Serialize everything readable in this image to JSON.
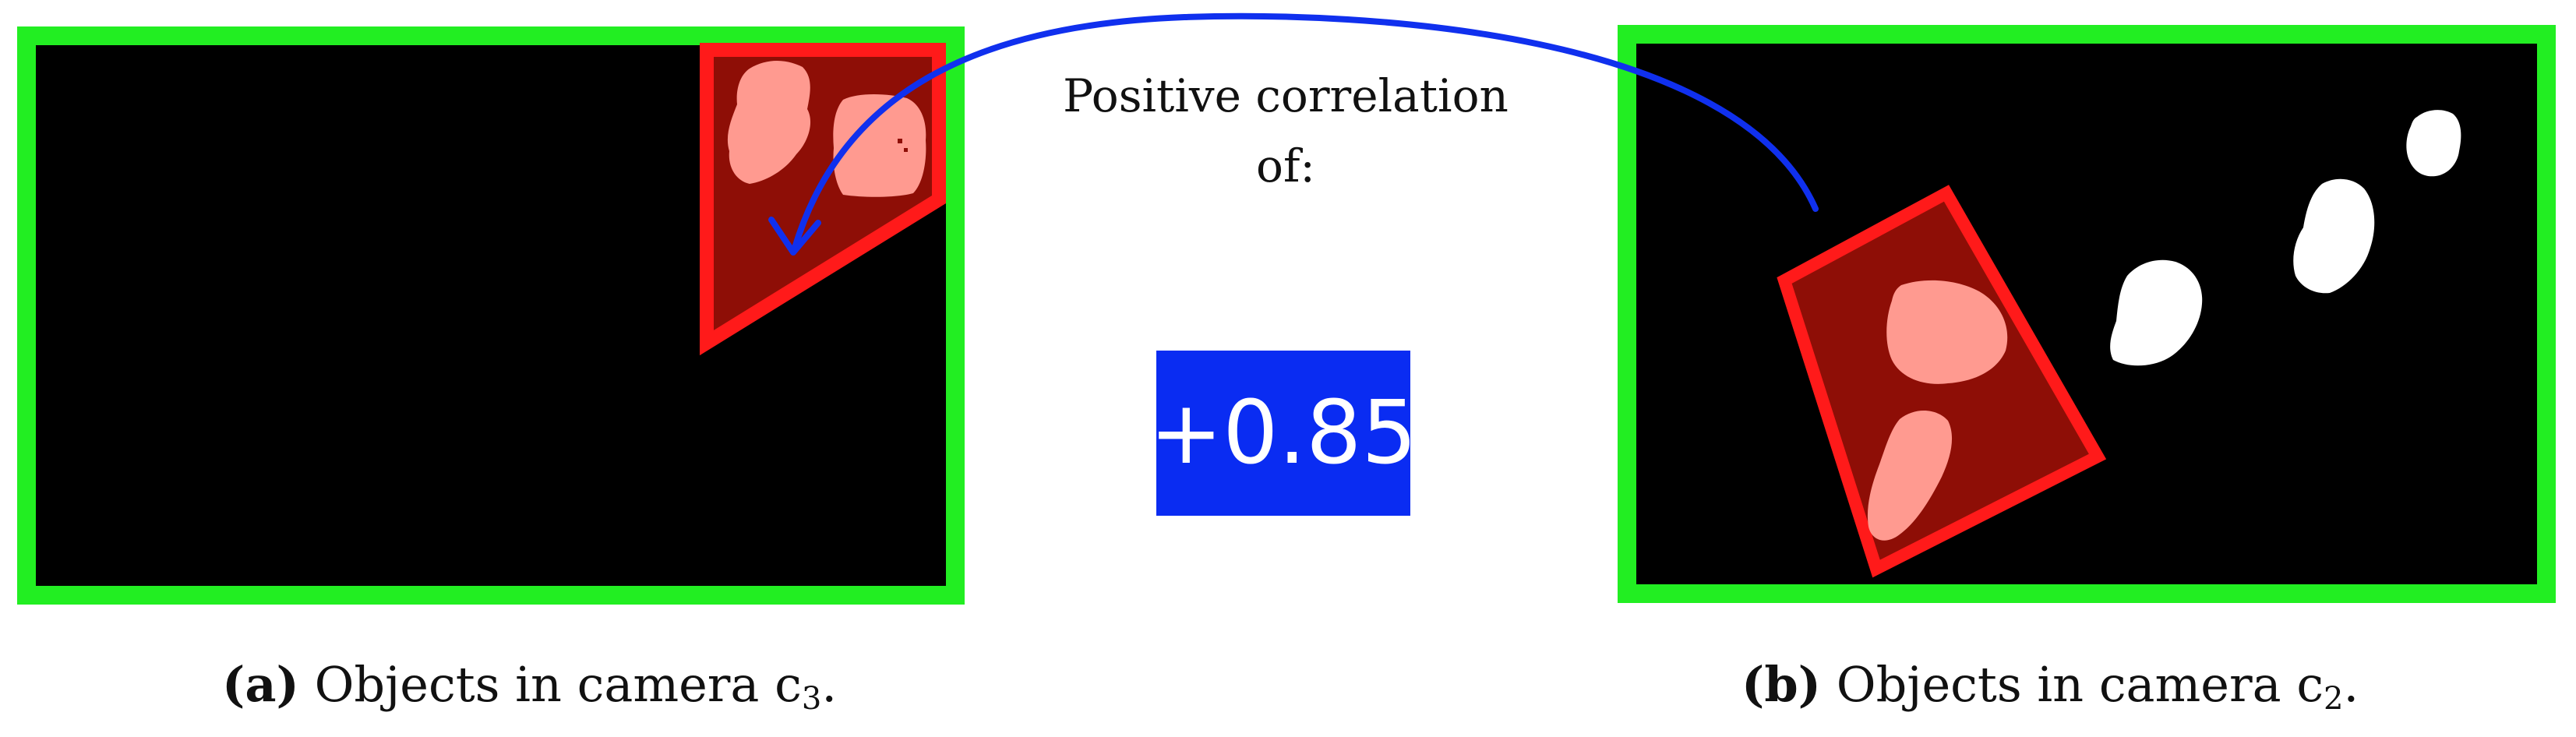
{
  "figure": {
    "correlation_label": "Positive correlation of:",
    "correlation_value": "+0.85",
    "colors": {
      "frame": "#22ee22",
      "background": "#000000",
      "region_outline": "#ff1a1a",
      "region_fill": "#8e0e06",
      "object_in_region": "#ff9a90",
      "object": "#ffffff",
      "arrow": "#1030ee",
      "value_box": "#0a2cf2"
    }
  },
  "panels": [
    {
      "id": "a",
      "tag": "(a)",
      "text": "Objects in camera",
      "camera_base": "c",
      "camera_sub": "3",
      "end": "."
    },
    {
      "id": "b",
      "tag": "(b)",
      "text": "Objects in camera",
      "camera_base": "c",
      "camera_sub": "2",
      "end": "."
    }
  ]
}
